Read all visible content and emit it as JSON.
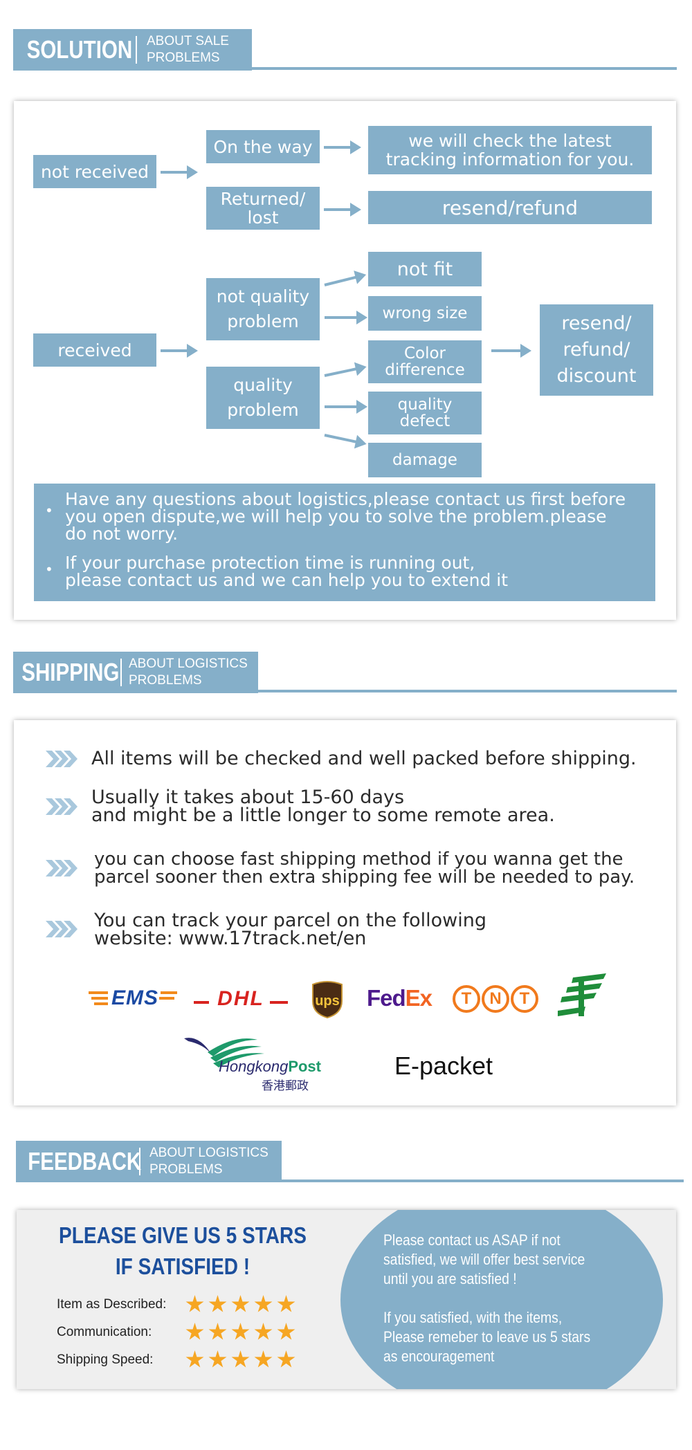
{
  "solution": {
    "head_big": "SOLUTION",
    "head_sub_1": "ABOUT SALE",
    "head_sub_2": "PROBLEMS",
    "not_received": "not received",
    "on_the_way": "On the way",
    "check_latest_1": "we will check the latest",
    "check_latest_2": "tracking information for you.",
    "returned_1": "Returned/",
    "returned_2": "lost",
    "resend_refund": "resend/refund",
    "received": "received",
    "not_quality_1": "not quality",
    "not_quality_2": "problem",
    "quality_1": "quality",
    "quality_2": "problem",
    "not_fit": "not fit",
    "wrong_size": "wrong size",
    "color_diff_1": "Color",
    "color_diff_2": "difference",
    "quality_defect_1": "quality",
    "quality_defect_2": "defect",
    "damage": "damage",
    "result_1": "resend/",
    "result_2": "refund/",
    "result_3": "discount",
    "note1_line1": "Have any questions about logistics,please contact us first before",
    "note1_line2": "you open dispute,we will help you to solve the problem.please",
    "note1_line3": "do not worry.",
    "note2_line1": "If your purchase protection time is running out,",
    "note2_line2": "please contact us and we can help you to extend it",
    "bullet": "•"
  },
  "shipping": {
    "head_big": "SHIPPING",
    "head_sub_1": "ABOUT LOGISTICS",
    "head_sub_2": "PROBLEMS",
    "item1": "All items will be checked and well packed before shipping.",
    "item2_line1": "Usually it takes about 15-60 days",
    "item2_line2": "and might be a little longer to some remote area.",
    "item3_line1": "you can choose fast shipping method if you  wanna get the",
    "item3_line2": "parcel sooner then extra shipping fee will be needed to pay.",
    "item4_line1": "You can track your parcel on the following",
    "item4_line2": "website: www.17track.net/en",
    "logos": {
      "ems": "EMS",
      "dhl": "DHL",
      "ups": "ups",
      "fedex_fed": "Fed",
      "fedex_ex": "Ex",
      "tnt_t1": "T",
      "tnt_n": "N",
      "tnt_t2": "T",
      "hongkong": "Hongkong",
      "post": "Post",
      "hk_chinese": "香港郵政",
      "epacket": "E-packet"
    }
  },
  "feedback": {
    "head_big": "FEEDBACK",
    "head_sub_1": "ABOUT LOGISTICS",
    "head_sub_2": "PROBLEMS",
    "title_1": "PLEASE GIVE US 5 STARS",
    "title_2": "IF SATISFIED !",
    "ratings": [
      {
        "label": "Item as Described:",
        "stars": 5
      },
      {
        "label": "Communication:",
        "stars": 5
      },
      {
        "label": "Shipping Speed:",
        "stars": 5
      }
    ],
    "msg1_line1": "Please contact us ASAP if not",
    "msg1_line2": "satisfied, we will offer best service",
    "msg1_line3": "until you are satisfied !",
    "msg2_line1": "If you satisfied, with the items,",
    "msg2_line2": "Please remeber to leave us 5 stars",
    "msg2_line3": "as encouragement"
  },
  "colors": {
    "accent": "#85afc9",
    "title_blue": "#1c4f9c",
    "star": "#f6a623"
  }
}
